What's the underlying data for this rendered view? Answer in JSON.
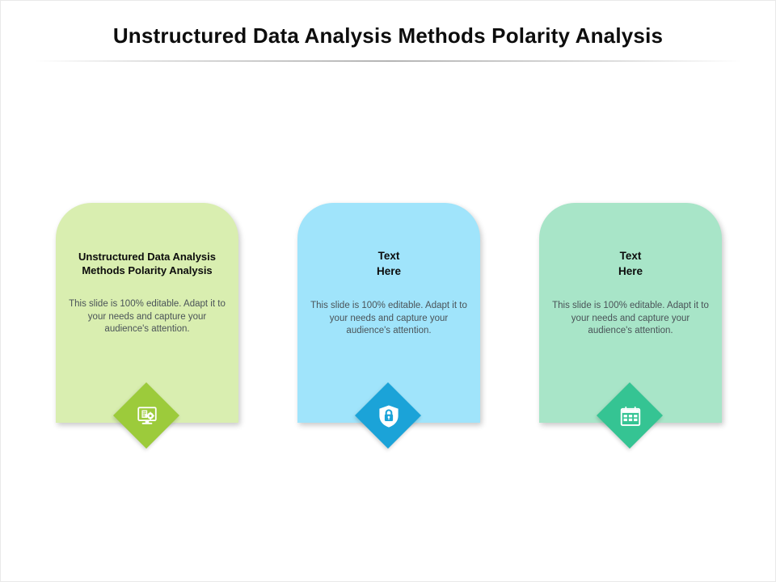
{
  "slide": {
    "title": "Unstructured Data Analysis Methods Polarity Analysis",
    "background_color": "#ffffff"
  },
  "cards": [
    {
      "heading": "Unstructured Data Analysis Methods Polarity Analysis",
      "heading_line1": "Unstructured Data Analysis",
      "heading_line2": "Methods Polarity Analysis",
      "description": "This slide is 100% editable. Adapt it to your needs and capture your audience's attention.",
      "card_color": "#d9eeb0",
      "accent_color": "#9ccb3b",
      "icon": "monitor-report-gear-icon"
    },
    {
      "heading": "Text Here",
      "heading_line1": "Text",
      "heading_line2": "Here",
      "description": "This slide is 100% editable. Adapt it to your needs and capture your audience's attention.",
      "card_color": "#a0e4fb",
      "accent_color": "#1ba3d8",
      "icon": "shield-lock-icon"
    },
    {
      "heading": "Text Here",
      "heading_line1": "Text",
      "heading_line2": "Here",
      "description": "This slide is 100% editable. Adapt it to your needs and capture your audience's attention.",
      "card_color": "#a8e5c8",
      "accent_color": "#35c493",
      "icon": "calendar-icon"
    }
  ]
}
